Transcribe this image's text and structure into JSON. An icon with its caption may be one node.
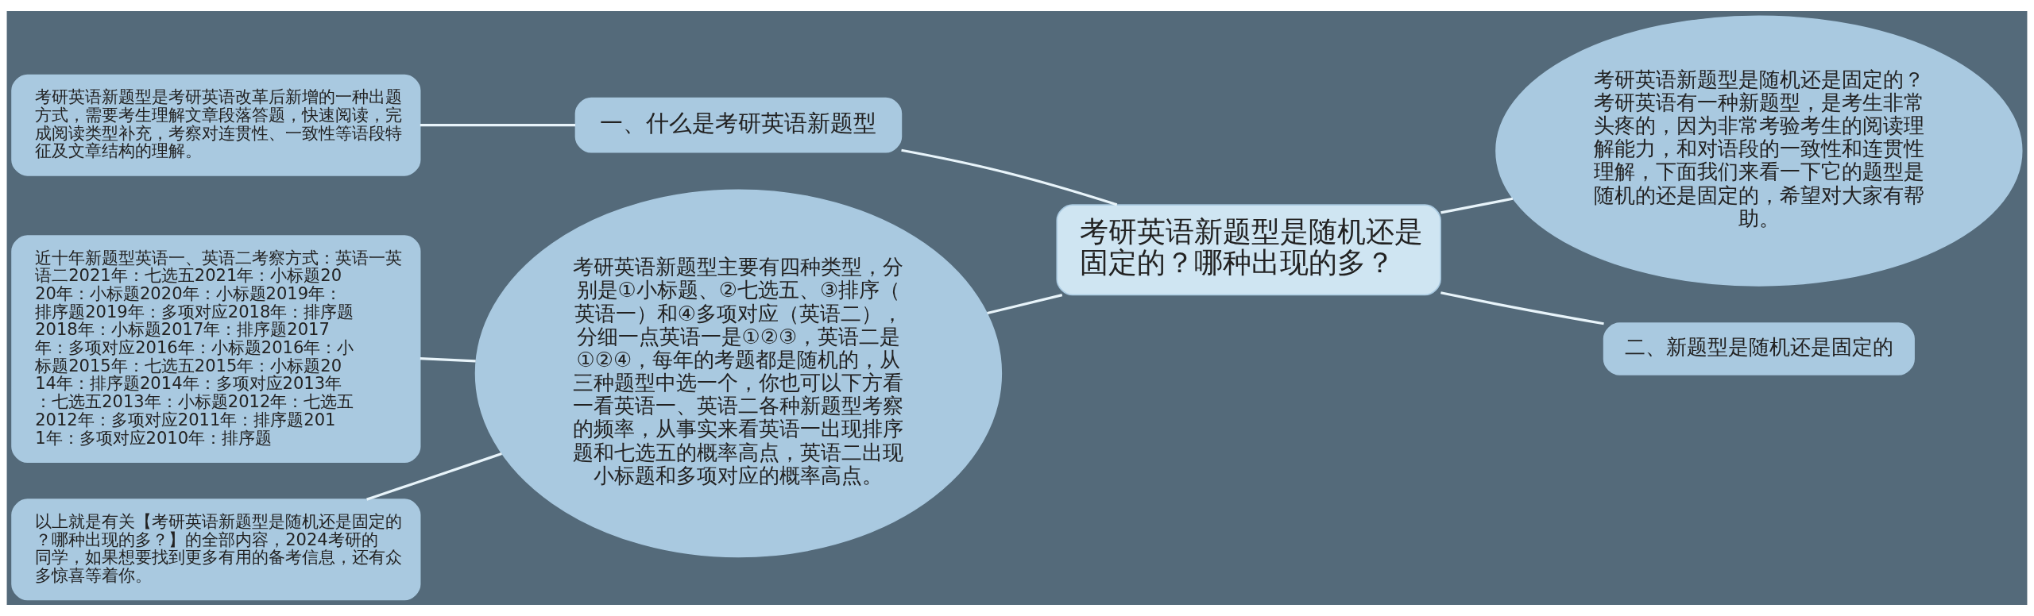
{
  "diagram": {
    "nodes": [
      {
        "text": [
          "考研英语新题型是随机还是固定的？哪种出现的多？"
        ]
      },
      {
        "text": [
          "一、什么是考研英语新题型"
        ]
      },
      {
        "text": [
          "考研英语新题型是考研英语改革后新增的一种出题方式，需要考生理解文章段落答题，快速阅读，完成阅读类型补充，考察对连贯性、一致性等语段特征及文章结构的理解。"
        ]
      },
      {
        "text": [
          "考研英语新题型主要有四种类型，分别是①小标题、②七选五、③排序（英语一）和④多项对应（英语二），分细一点英语一是①②③，英语二是①②④，每年的考题都是随机的，从三种题型中选一个，你也可以下方看一看英语一、英语二各种新题型考察的频率，从事实来看英语一出现排序题和七选五的概率高点，英语二出现小标题和多项对应的概率高点。"
        ]
      },
      {
        "text": [
          "近十年新题型英语一、英语二考察方式：英语一英语二2021年：七选五2021年：小标题2020年：小标题2020年：小标题2019年：排序题2019年：多项对应2018年：排序题2018年：小标题2017年：排序题2017年：多项对应2016年：小标题2016年：小标题2015年：七选五2015年：小标题2014年：排序题2014年：多项对应2013年：七选五2013年：小标题2012年：七选五2012年：多项对应2011年：排序题2011年：多项对应2010年：排序题"
        ]
      },
      {
        "text": [
          "以上就是有关【考研英语新题型是随机还是固定的？哪种出现的多？】的全部内容，2024考研的同学，如果想要找到更多有用的备考信息，还有众多惊喜等着你。"
        ]
      },
      {
        "text": [
          "考研英语新题型是随机还是固定的？考研英语有一种新题型，是考生非常头疼的，因为非常考验考生的阅读理解能力，和对语段的一致性和连贯性理解，下面我们来看一下它的题型是随机的还是固定的，希望对大家有帮助。"
        ]
      },
      {
        "text": [
          "二、新题型是随机还是固定的"
        ]
      }
    ],
    "edges": [
      {
        "from": 0,
        "to": 1,
        "arrow": "none"
      },
      {
        "from": 1,
        "to": 2,
        "arrow": "none"
      },
      {
        "from": 0,
        "to": 3,
        "arrow": "none"
      },
      {
        "from": 3,
        "to": 4,
        "arrow": "none"
      },
      {
        "from": 3,
        "to": 5,
        "arrow": "none"
      },
      {
        "from": 0,
        "to": 6,
        "arrow": "none"
      },
      {
        "from": 0,
        "to": 7,
        "arrow": "none"
      }
    ]
  }
}
